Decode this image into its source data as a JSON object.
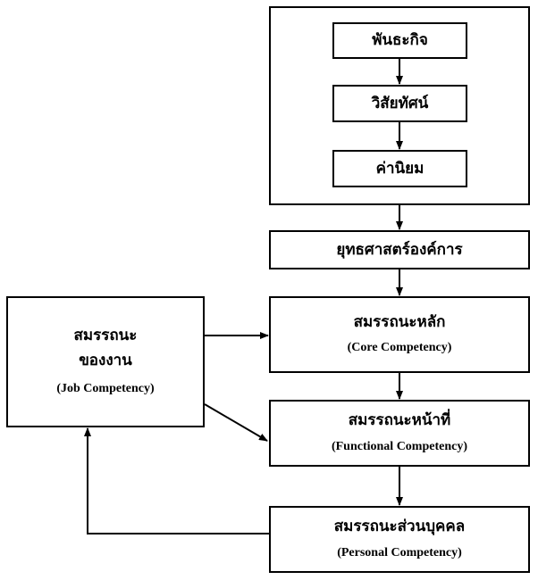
{
  "mission": "พันธะกิจ",
  "vision": "วิสัยทัศน์",
  "values": "ค่านิยม",
  "strategy": "ยุทธศาสตร์องค์การ",
  "core": {
    "thai": "สมรรถนะหลัก",
    "english": "(Core  Competency)"
  },
  "functional": {
    "thai": "สมรรถนะหน้าที่",
    "english": "(Functional  Competency)"
  },
  "personal": {
    "thai": "สมรรถนะส่วนบุคคล",
    "english": "(Personal Competency)"
  },
  "job": {
    "thai_line1": "สมรรถนะ",
    "thai_line2": "ของงาน",
    "english": "(Job Competency)"
  }
}
